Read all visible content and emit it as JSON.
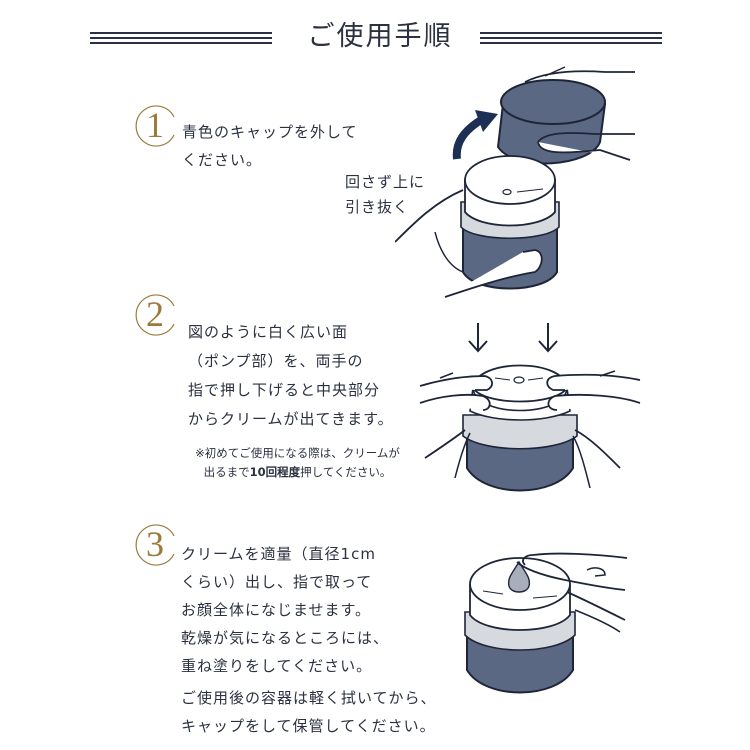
{
  "header": {
    "title": "ご使用手順"
  },
  "colors": {
    "text": "#2b3140",
    "gold": "#9a7b3c",
    "jar_navy": "#5b6883",
    "jar_band": "#d6d9de",
    "arrow_navy": "#1e2f54"
  },
  "steps": [
    {
      "number": "1",
      "lines": [
        "青色のキャップを外して",
        "ください。"
      ],
      "illustration_label": [
        "回さず上に",
        "引き抜く"
      ]
    },
    {
      "number": "2",
      "lines": [
        "図のように白く広い面",
        "（ポンプ部）を、両手の",
        "指で押し下げると中央部分",
        "からクリームが出てきます。"
      ],
      "note": {
        "line1": "※初めてご使用になる際は、クリームが",
        "line2_pre": "出るまで",
        "line2_bold": "10回程度",
        "line2_post": "押してください。"
      }
    },
    {
      "number": "3",
      "lines": [
        "クリームを適量（直径1cm",
        "くらい）出し、指で取って",
        "お顔全体になじませます。",
        "乾燥が気になるところには、",
        "重ね塗りをしてください。"
      ],
      "after_lines": [
        "ご使用後の容器は軽く拭いてから、",
        "キャップをして保管してください。"
      ]
    }
  ]
}
